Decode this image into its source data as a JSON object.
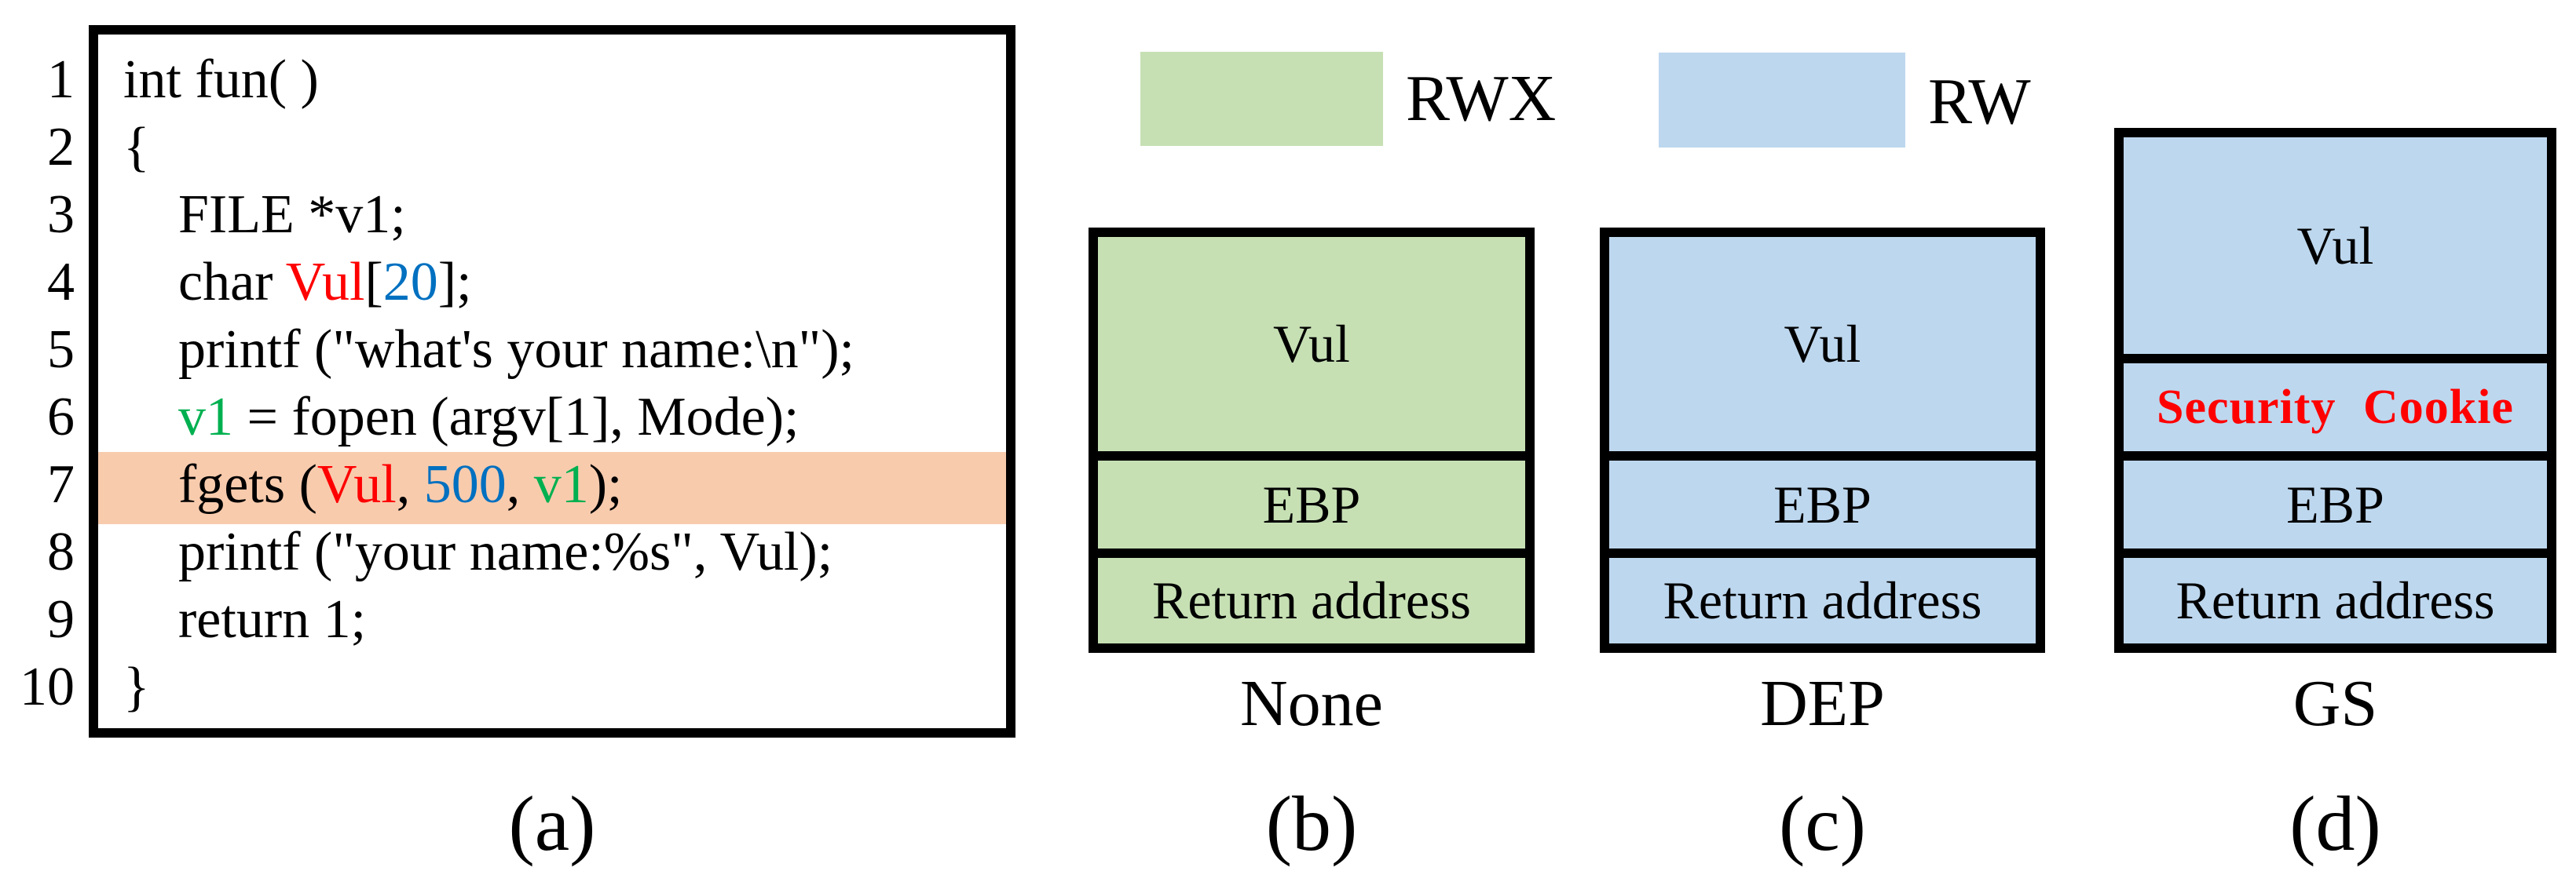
{
  "palette": {
    "black": "#000000",
    "code_red": "#FF0000",
    "code_blue": "#0070C0",
    "code_green": "#00B050",
    "cookie_red": "#FF0000",
    "highlight_orange": "#F8CBAD",
    "light_green": "#C6E0B4",
    "light_blue": "#BDD7EE",
    "border_black": "#000000"
  },
  "code_panel": {
    "letter": "(a)",
    "highlighted_line": 7,
    "lines": [
      {
        "num": "1",
        "tokens": [
          {
            "text": "int fun( )",
            "color": "black"
          }
        ]
      },
      {
        "num": "2",
        "tokens": [
          {
            "text": "{",
            "color": "black"
          }
        ]
      },
      {
        "num": "3",
        "tokens": [
          {
            "text": "FILE *v1;",
            "color": "black"
          }
        ]
      },
      {
        "num": "4",
        "tokens": [
          {
            "text": "char ",
            "color": "black"
          },
          {
            "text": "Vul",
            "color": "code_red"
          },
          {
            "text": "[",
            "color": "black"
          },
          {
            "text": "20",
            "color": "code_blue"
          },
          {
            "text": "];",
            "color": "black"
          }
        ]
      },
      {
        "num": "5",
        "tokens": [
          {
            "text": "printf (\"what's your name:\\n\");",
            "color": "black"
          }
        ]
      },
      {
        "num": "6",
        "tokens": [
          {
            "text": "v1",
            "color": "code_green"
          },
          {
            "text": " = fopen (argv[1], Mode);",
            "color": "black"
          }
        ]
      },
      {
        "num": "7",
        "tokens": [
          {
            "text": "fgets (",
            "color": "black"
          },
          {
            "text": "Vul",
            "color": "code_red"
          },
          {
            "text": ", ",
            "color": "black"
          },
          {
            "text": "500",
            "color": "code_blue"
          },
          {
            "text": ", ",
            "color": "black"
          },
          {
            "text": "v1",
            "color": "code_green"
          },
          {
            "text": ");",
            "color": "black"
          }
        ]
      },
      {
        "num": "8",
        "tokens": [
          {
            "text": "printf (\"your name:%s\", Vul);",
            "color": "black"
          }
        ]
      },
      {
        "num": "9",
        "tokens": [
          {
            "text": "return 1;",
            "color": "black"
          }
        ]
      },
      {
        "num": "10",
        "tokens": [
          {
            "text": "}",
            "color": "black"
          }
        ]
      }
    ]
  },
  "legend": {
    "items": [
      {
        "label": "RWX",
        "swatch_color": "light_green"
      },
      {
        "label": "RW",
        "swatch_color": "light_blue"
      }
    ]
  },
  "stacks": [
    {
      "name": "None",
      "letter": "(b)",
      "fill": "light_green",
      "cells": [
        {
          "label": "Vul"
        },
        {
          "label": "EBP"
        },
        {
          "label": "Return address"
        }
      ]
    },
    {
      "name": "DEP",
      "letter": "(c)",
      "fill": "light_blue",
      "cells": [
        {
          "label": "Vul"
        },
        {
          "label": "EBP"
        },
        {
          "label": "Return address"
        }
      ]
    },
    {
      "name": "GS",
      "letter": "(d)",
      "fill": "light_blue",
      "cells": [
        {
          "label": "Vul"
        },
        {
          "label": "Security Cookie",
          "emphasis": "cookie_red"
        },
        {
          "label": "EBP"
        },
        {
          "label": "Return address"
        }
      ]
    }
  ]
}
